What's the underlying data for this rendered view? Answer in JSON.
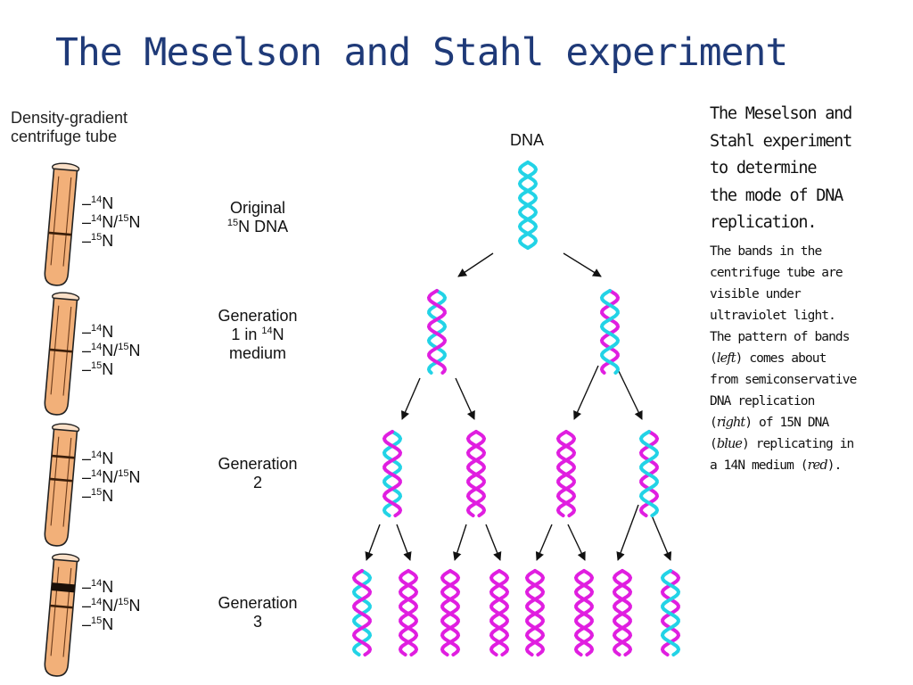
{
  "title": "The Meselson and Stahl experiment",
  "tube_heading": [
    "Density-gradient",
    "centrifuge tube"
  ],
  "band_labels": {
    "light": {
      "prefix": "–",
      "sup": "14",
      "main": "N"
    },
    "hybrid": {
      "prefix": "–",
      "sup1": "14",
      "mid": "N/",
      "sup2": "15",
      "main": "N"
    },
    "heavy": {
      "prefix": "–",
      "sup": "15",
      "main": "N"
    }
  },
  "generations": [
    {
      "line1": "Original",
      "line2_sup": "15",
      "line2_text": "N DNA",
      "band": "heavy"
    },
    {
      "line1": "Generation",
      "line2_pre": "1 in ",
      "line2_sup": "14",
      "line2_text": "N",
      "line3": "medium",
      "band": "hybrid"
    },
    {
      "line1": "Generation",
      "line2": "2",
      "band": "hybrid+light"
    },
    {
      "line1": "Generation",
      "line2": "3",
      "band": "hybrid+light(strong)"
    }
  ],
  "diagram": {
    "root_label": "DNA",
    "legend_colors": {
      "original_15N_strand": "#22d3e6",
      "new_14N_strand": "#e01ee0"
    },
    "strand_colors": {
      "cyan": "#22d3e6",
      "magenta": "#e01ee0"
    },
    "tube_colors": {
      "fill": "#f2b079",
      "outline": "#222222"
    }
  },
  "caption": {
    "main": [
      "The Meselson and",
      "Stahl experiment",
      "to determine",
      "the mode of DNA",
      "replication."
    ],
    "body": [
      [
        {
          "t": "The bands in the"
        }
      ],
      [
        {
          "t": "centrifuge tube  are"
        }
      ],
      [
        {
          "t": "visible under"
        }
      ],
      [
        {
          "t": "ultraviolet light."
        }
      ],
      [
        {
          "t": "The pattern of bands"
        }
      ],
      [
        {
          "t": "("
        },
        {
          "t": "left",
          "i": true
        },
        {
          "t": ")  comes about"
        }
      ],
      [
        {
          "t": "from semiconservative"
        }
      ],
      [
        {
          "t": "DNA replication"
        }
      ],
      [
        {
          "t": "("
        },
        {
          "t": "right",
          "i": true
        },
        {
          "t": ") of  15N DNA"
        }
      ],
      [
        {
          "t": "("
        },
        {
          "t": "blue",
          "i": true
        },
        {
          "t": ") replicating in"
        }
      ],
      [
        {
          "t": "a 14N medium ("
        },
        {
          "t": "red",
          "i": true
        },
        {
          "t": ")."
        }
      ]
    ]
  }
}
